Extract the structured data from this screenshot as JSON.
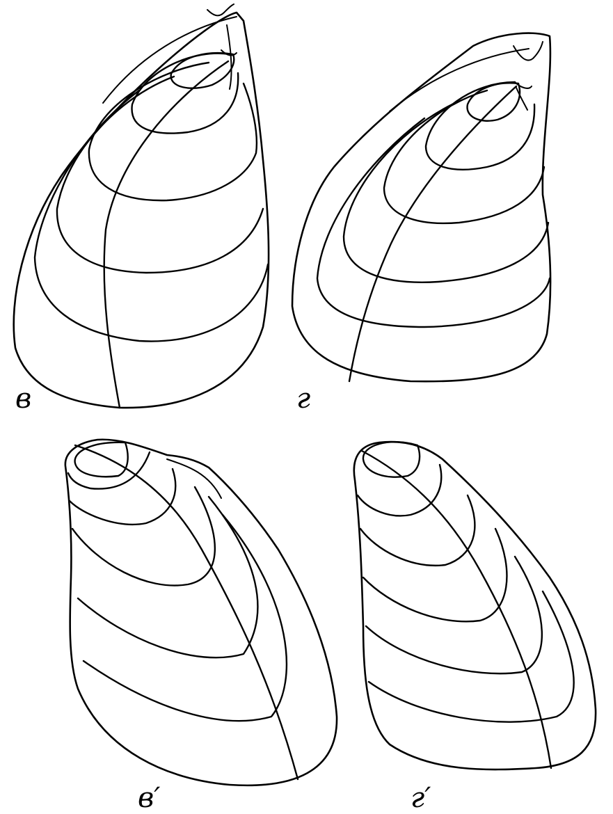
{
  "figures": [
    {
      "id": "v",
      "label": "в"
    },
    {
      "id": "g",
      "label": "г"
    },
    {
      "id": "v-prime",
      "label": "в′"
    },
    {
      "id": "g-prime",
      "label": "г′"
    }
  ]
}
